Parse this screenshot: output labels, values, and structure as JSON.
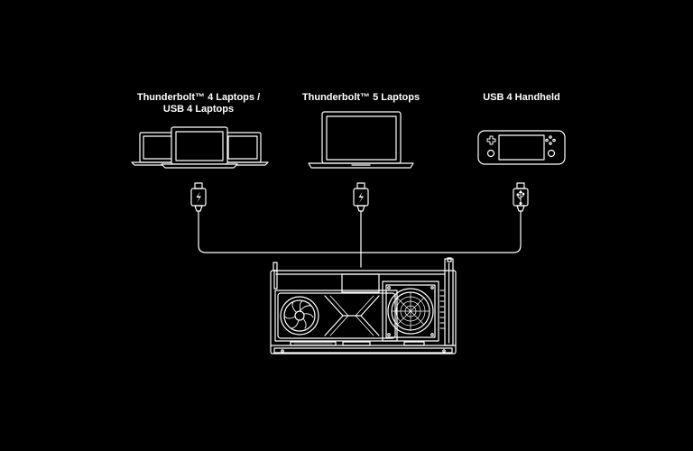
{
  "labels": {
    "tb4_line1": "Thunderbolt™ 4 Laptops /",
    "tb4_line2": "USB 4 Laptops",
    "tb5": "Thunderbolt™ 5 Laptops",
    "usb4_handheld": "USB 4 Handheld"
  },
  "icons": {
    "tb4_devices": "laptops-icon",
    "tb5_device": "laptop-icon",
    "usb4_device": "handheld-console-icon",
    "tb4_connector": "thunderbolt-plug-icon",
    "tb5_connector": "thunderbolt-plug-icon",
    "usb4_connector": "usb-plug-icon",
    "dock": "egpu-enclosure-icon"
  },
  "colors": {
    "background": "#000000",
    "line": "#ffffff"
  }
}
